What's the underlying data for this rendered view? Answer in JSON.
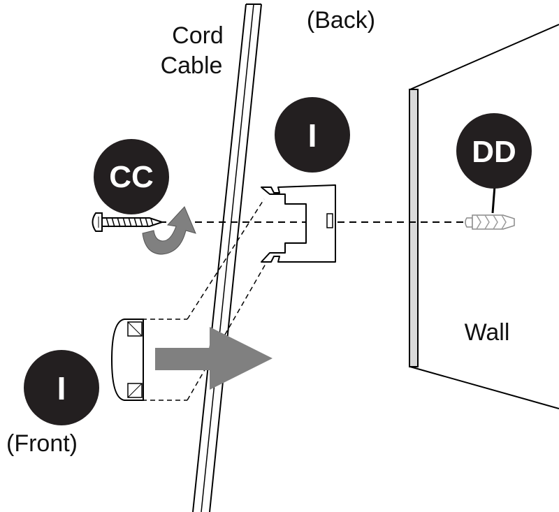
{
  "labels": {
    "back": "(Back)",
    "cord_line1": "Cord",
    "cord_line2": "Cable",
    "wall": "Wall",
    "front": "(Front)"
  },
  "badges": {
    "screw": "CC",
    "clip_back": "I",
    "anchor": "DD",
    "clip_front": "I"
  },
  "colors": {
    "badge_fill": "#231f20",
    "arrow_fill": "#808080",
    "line": "#000000",
    "wall_edge": "#d9d9d9"
  },
  "icons": [
    "screw-icon",
    "wall-anchor-icon",
    "curved-arrow-icon",
    "push-arrow-icon"
  ]
}
